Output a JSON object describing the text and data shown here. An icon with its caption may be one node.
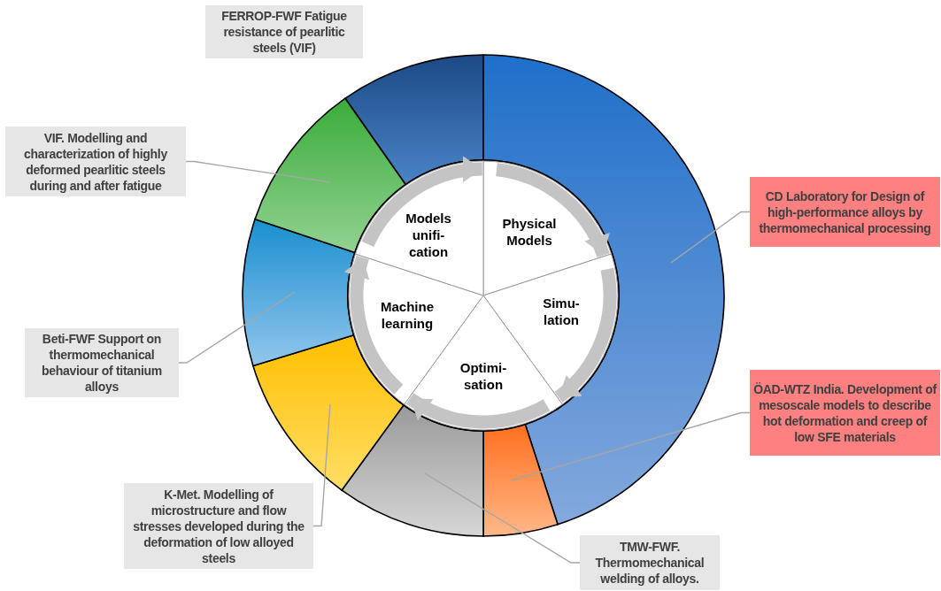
{
  "diagram": {
    "nodes": [
      {
        "text": [
          "FERROP-FWF Fatigue resistance of pearlitic steels (VIF)"
        ]
      },
      {
        "text": [
          "VIF. Modelling and characterization of highly deformed pearlitic steels during and after fatigue"
        ]
      },
      {
        "text": [
          "CD Laboratory for Design of high-performance alloys by thermomechanical processing"
        ]
      },
      {
        "text": [
          "Beti-FWF Support on thermomechanical behaviour of titanium alloys"
        ]
      },
      {
        "text": [
          "ÖAD-WTZ India. Development of mesoscale models to describe hot deformation and creep of low SFE materials"
        ]
      },
      {
        "text": [
          "K-Met. Modelling of microstructure and flow stresses developed during the deformation of low alloyed steels"
        ]
      },
      {
        "text": [
          "TMW-FWF. Thermomechanical welding of alloys."
        ]
      },
      {
        "text": [],
        "shape": "wedge"
      },
      {
        "text": [],
        "shape": "wedge"
      },
      {
        "text": [],
        "shape": "wedge"
      },
      {
        "text": [],
        "shape": "wedge"
      },
      {
        "text": [],
        "shape": "wedge"
      },
      {
        "text": [],
        "shape": "wedge"
      },
      {
        "text": [],
        "shape": "wedge"
      },
      {
        "text": [
          "Physical Models"
        ]
      },
      {
        "text": [
          "Simu- lation"
        ]
      },
      {
        "text": [
          "Optimi- sation"
        ]
      },
      {
        "text": [
          "Machine learning"
        ]
      },
      {
        "text": [
          "Models unifi- cation"
        ]
      }
    ],
    "edges": [
      {
        "from": 1,
        "to": 13,
        "arrow": "none"
      },
      {
        "from": 2,
        "to": 8,
        "arrow": "none"
      },
      {
        "from": 3,
        "to": 12,
        "arrow": "none"
      },
      {
        "from": 4,
        "to": 9,
        "arrow": "none"
      },
      {
        "from": 5,
        "to": 11,
        "arrow": "none"
      },
      {
        "from": 6,
        "to": 10,
        "arrow": "none"
      },
      {
        "from": 18,
        "to": 14,
        "arrow": "to",
        "style": "thick"
      },
      {
        "from": 14,
        "to": 15,
        "arrow": "to",
        "style": "thick"
      },
      {
        "from": 15,
        "to": 16,
        "arrow": "to",
        "style": "thick"
      },
      {
        "from": 16,
        "to": 17,
        "arrow": "to",
        "style": "thick"
      },
      {
        "from": 17,
        "to": 18,
        "arrow": "to",
        "style": "thick"
      }
    ]
  }
}
